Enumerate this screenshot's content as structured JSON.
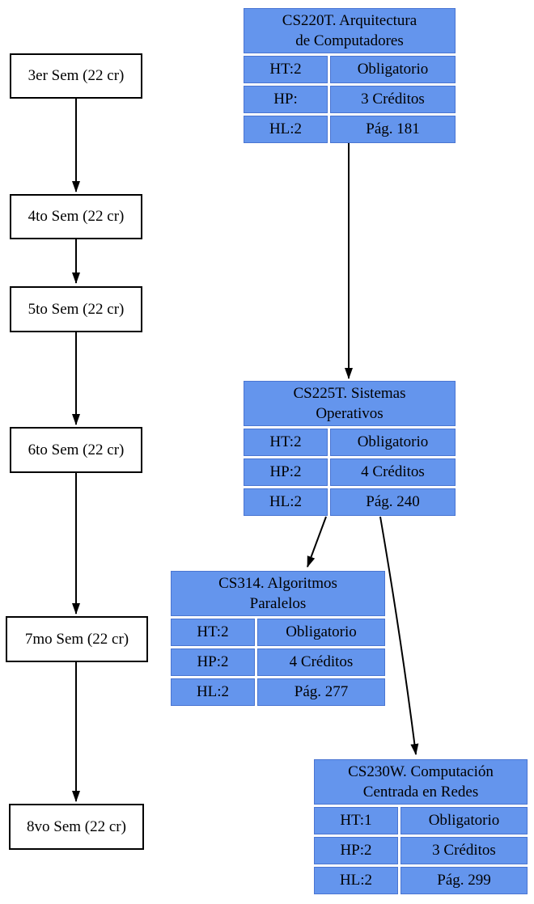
{
  "diagram_type": "curriculum-flow",
  "colors": {
    "card_fill": "#6495ED",
    "card_border": "#4a75d2",
    "node_fill": "#ffffff",
    "node_border": "#000000",
    "edge": "#000000",
    "text": "#000000"
  },
  "semesters": [
    {
      "label": "3er Sem (22 cr)"
    },
    {
      "label": "4to Sem (22 cr)"
    },
    {
      "label": "5to Sem (22 cr)"
    },
    {
      "label": "6to Sem (22 cr)"
    },
    {
      "label": "7mo Sem (22 cr)"
    },
    {
      "label": "8vo Sem (22 cr)"
    }
  ],
  "courses": [
    {
      "title": "CS220T. Arquitectura\nde Computadores",
      "rows": [
        {
          "key": "HT:2",
          "value": "Obligatorio"
        },
        {
          "key": "HP:",
          "value": "3 Créditos"
        },
        {
          "key": "HL:2",
          "value": "Pág. 181"
        }
      ]
    },
    {
      "title": "CS225T. Sistemas\nOperativos",
      "rows": [
        {
          "key": "HT:2",
          "value": "Obligatorio"
        },
        {
          "key": "HP:2",
          "value": "4 Créditos"
        },
        {
          "key": "HL:2",
          "value": "Pág. 240"
        }
      ]
    },
    {
      "title": "CS314. Algoritmos\nParalelos",
      "rows": [
        {
          "key": "HT:2",
          "value": "Obligatorio"
        },
        {
          "key": "HP:2",
          "value": "4 Créditos"
        },
        {
          "key": "HL:2",
          "value": "Pág. 277"
        }
      ]
    },
    {
      "title": "CS230W. Computación\nCentrada en Redes",
      "rows": [
        {
          "key": "HT:1",
          "value": "Obligatorio"
        },
        {
          "key": "HP:2",
          "value": "3 Créditos"
        },
        {
          "key": "HL:2",
          "value": "Pág. 299"
        }
      ]
    }
  ],
  "edges": [
    {
      "from": "sem-3",
      "to": "sem-4"
    },
    {
      "from": "sem-4",
      "to": "sem-5"
    },
    {
      "from": "sem-5",
      "to": "sem-6"
    },
    {
      "from": "sem-6",
      "to": "sem-7"
    },
    {
      "from": "sem-7",
      "to": "sem-8"
    },
    {
      "from": "cs220t",
      "to": "cs225t"
    },
    {
      "from": "cs225t",
      "to": "cs314"
    },
    {
      "from": "cs225t",
      "to": "cs230w"
    }
  ]
}
